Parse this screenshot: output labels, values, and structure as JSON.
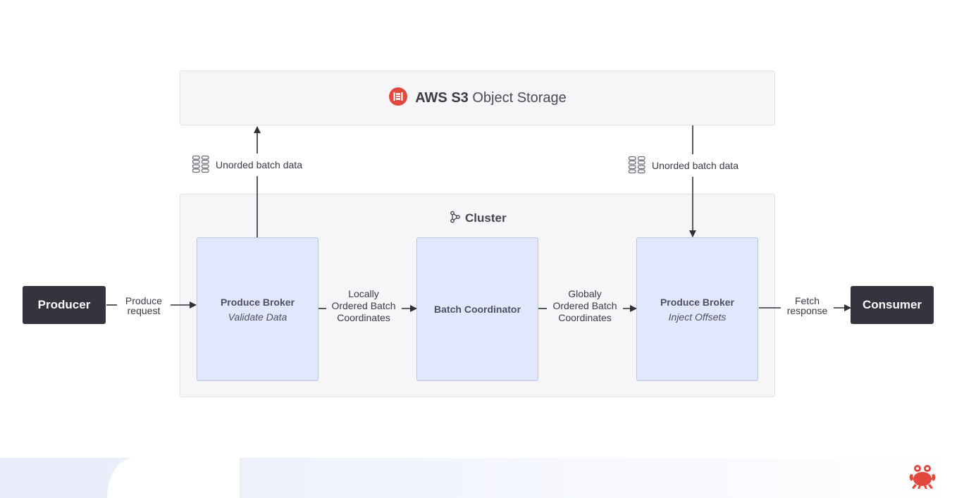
{
  "storage": {
    "icon": "s3-bucket-icon",
    "title_bold": "AWS S3",
    "title_rest": "Object Storage"
  },
  "cluster": {
    "icon": "cluster-icon",
    "title": "Cluster"
  },
  "notes": {
    "left": "Unorded batch data",
    "right": "Unorded batch data",
    "icon": "database-icon"
  },
  "nodes": {
    "producer": "Producer",
    "consumer": "Consumer",
    "broker_left": {
      "title": "Produce Broker",
      "subtitle": "Validate Data"
    },
    "coordinator": {
      "title": "Batch Coordinator"
    },
    "broker_right": {
      "title": "Produce Broker",
      "subtitle": "Inject Offsets"
    }
  },
  "edges": {
    "produce_request": [
      "Produce",
      "request"
    ],
    "local_coords": [
      "Locally",
      "Ordered Batch",
      "Coordinates"
    ],
    "global_coords": [
      "Globaly",
      "Ordered Batch",
      "Coordinates"
    ],
    "fetch_response": [
      "Fetch",
      "response"
    ]
  },
  "colors": {
    "node_fill": "#e1e7fd",
    "endpoint_fill": "#33343d",
    "brand_red": "#e2483d",
    "container_fill": "#f6f6f8"
  },
  "footer": {
    "logo": "crab-logo-icon"
  }
}
